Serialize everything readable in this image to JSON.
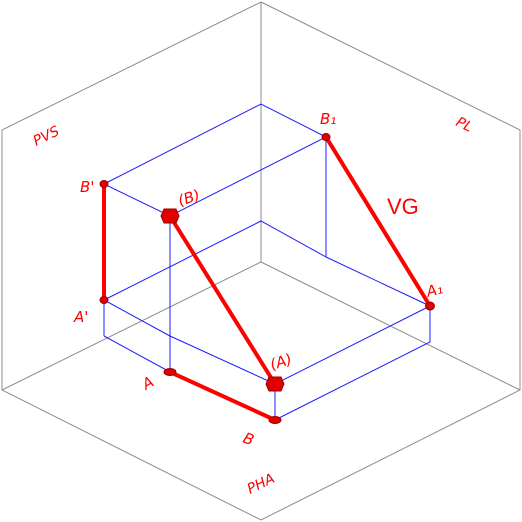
{
  "planes": {
    "pvs": "PVS",
    "pl": "PL",
    "pha": "PHA"
  },
  "points": {
    "b1": "B₁",
    "b_prime": "B'",
    "b_paren": "(B)",
    "a_prime": "A'",
    "a1": "A₁",
    "a": "A",
    "a_paren": "(A)",
    "b": "B"
  },
  "true_length": "VG",
  "colors": {
    "frame": "#8c8c8c",
    "box": "#1c1cff",
    "segment": "#ff0000"
  }
}
